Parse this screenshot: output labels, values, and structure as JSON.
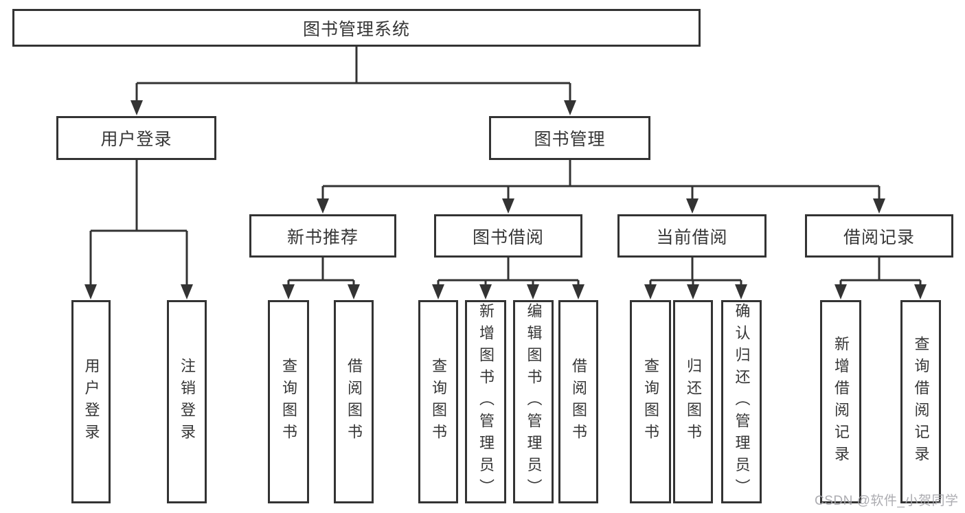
{
  "tree": {
    "root": {
      "label": "图书管理系统",
      "children": [
        {
          "label": "用户登录",
          "children": [
            {
              "label": "用户登录"
            },
            {
              "label": "注销登录"
            }
          ]
        },
        {
          "label": "图书管理",
          "children": [
            {
              "label": "新书推荐",
              "children": [
                {
                  "label": "查询图书"
                },
                {
                  "label": "借阅图书"
                }
              ]
            },
            {
              "label": "图书借阅",
              "children": [
                {
                  "label": "查询图书"
                },
                {
                  "label": "新增图书（管理员）"
                },
                {
                  "label": "编辑图书（管理员）"
                },
                {
                  "label": "借阅图书"
                }
              ]
            },
            {
              "label": "当前借阅",
              "children": [
                {
                  "label": "查询图书"
                },
                {
                  "label": "归还图书"
                },
                {
                  "label": "确认归还（管理员）"
                }
              ]
            },
            {
              "label": "借阅记录",
              "children": [
                {
                  "label": "新增借阅记录"
                },
                {
                  "label": "查询借阅记录"
                }
              ]
            }
          ]
        }
      ]
    }
  },
  "watermark": {
    "text": "CSDN @软件_小贺同学"
  },
  "colors": {
    "line": "#333333",
    "border": "#333333",
    "text": "#363636",
    "watermark": "#a6a6ab",
    "background": "#ffffff"
  }
}
